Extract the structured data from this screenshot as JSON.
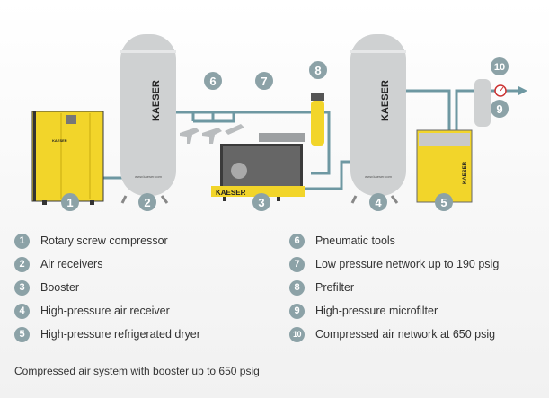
{
  "diagram": {
    "brand": "KAESER",
    "website": "www.kaeser.com",
    "markers": [
      "1",
      "2",
      "3",
      "4",
      "5",
      "6",
      "7",
      "8",
      "9",
      "10"
    ],
    "colors": {
      "pipe": "#6e98a2",
      "badge": "#8ca2a7",
      "yellow": "#f2d52a",
      "tank": "#cfd1d2"
    }
  },
  "legend": {
    "left": [
      {
        "num": "1",
        "label": "Rotary screw compressor"
      },
      {
        "num": "2",
        "label": "Air receivers"
      },
      {
        "num": "3",
        "label": "Booster"
      },
      {
        "num": "4",
        "label": "High-pressure air receiver"
      },
      {
        "num": "5",
        "label": "High-pressure refrigerated dryer"
      }
    ],
    "right": [
      {
        "num": "6",
        "label": "Pneumatic tools"
      },
      {
        "num": "7",
        "label": "Low pressure network up to 190 psig"
      },
      {
        "num": "8",
        "label": "Prefilter"
      },
      {
        "num": "9",
        "label": "High-pressure microfilter"
      },
      {
        "num": "10",
        "label": "Compressed air network at 650 psig"
      }
    ]
  },
  "caption": "Compressed air system with booster up to 650 psig"
}
